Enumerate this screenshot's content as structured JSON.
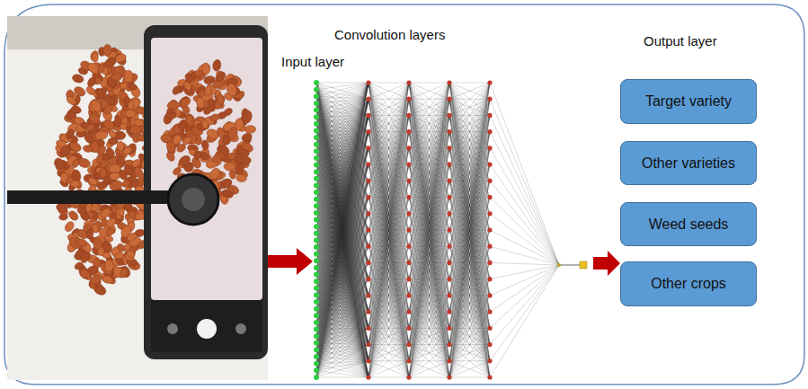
{
  "diagram": {
    "nodes": [
      {
        "text": [
          "Target variety"
        ]
      },
      {
        "text": [
          "Other varieties"
        ]
      },
      {
        "text": [
          "Weed seeds"
        ]
      },
      {
        "text": [
          "Other crops"
        ]
      }
    ],
    "labels": [
      "Input layer",
      "Convolution layers",
      "Output layer"
    ]
  }
}
